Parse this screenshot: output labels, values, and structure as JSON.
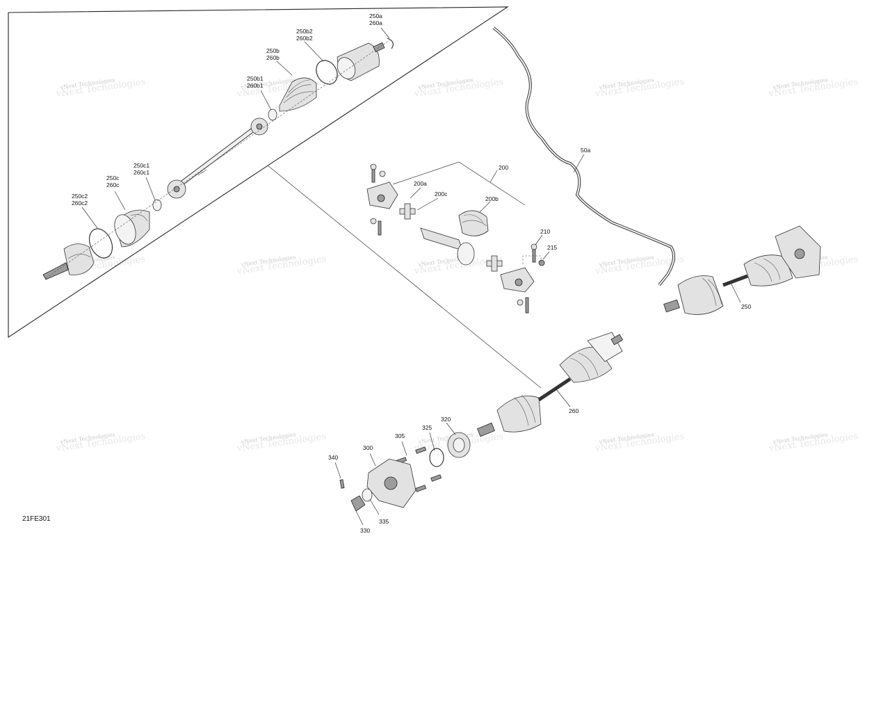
{
  "diagram_code": "21FE301",
  "watermark_text": "vNext Technologies",
  "labels": [
    {
      "id": "250a-260a",
      "lines": [
        "250a",
        "260a"
      ]
    },
    {
      "id": "250b2-260b2",
      "lines": [
        "250b2",
        "260b2"
      ]
    },
    {
      "id": "250b-260b",
      "lines": [
        "250b",
        "260b"
      ]
    },
    {
      "id": "250b1-260b1",
      "lines": [
        "250b1",
        "260b1"
      ]
    },
    {
      "id": "250c1-260c1",
      "lines": [
        "250c1",
        "260c1"
      ]
    },
    {
      "id": "250c-260c",
      "lines": [
        "250c",
        "260c"
      ]
    },
    {
      "id": "250c2-260c2",
      "lines": [
        "250c2",
        "260c2"
      ]
    },
    {
      "id": "200",
      "lines": [
        "200"
      ]
    },
    {
      "id": "200a",
      "lines": [
        "200a"
      ]
    },
    {
      "id": "200c",
      "lines": [
        "200c"
      ]
    },
    {
      "id": "200b",
      "lines": [
        "200b"
      ]
    },
    {
      "id": "210",
      "lines": [
        "210"
      ]
    },
    {
      "id": "215",
      "lines": [
        "215"
      ]
    },
    {
      "id": "50a",
      "lines": [
        "50a"
      ]
    },
    {
      "id": "250",
      "lines": [
        "250"
      ]
    },
    {
      "id": "260",
      "lines": [
        "260"
      ]
    },
    {
      "id": "320",
      "lines": [
        "320"
      ]
    },
    {
      "id": "325",
      "lines": [
        "325"
      ]
    },
    {
      "id": "305",
      "lines": [
        "305"
      ]
    },
    {
      "id": "300",
      "lines": [
        "300"
      ]
    },
    {
      "id": "340",
      "lines": [
        "340"
      ]
    },
    {
      "id": "335",
      "lines": [
        "335"
      ]
    },
    {
      "id": "330",
      "lines": [
        "330"
      ]
    }
  ]
}
